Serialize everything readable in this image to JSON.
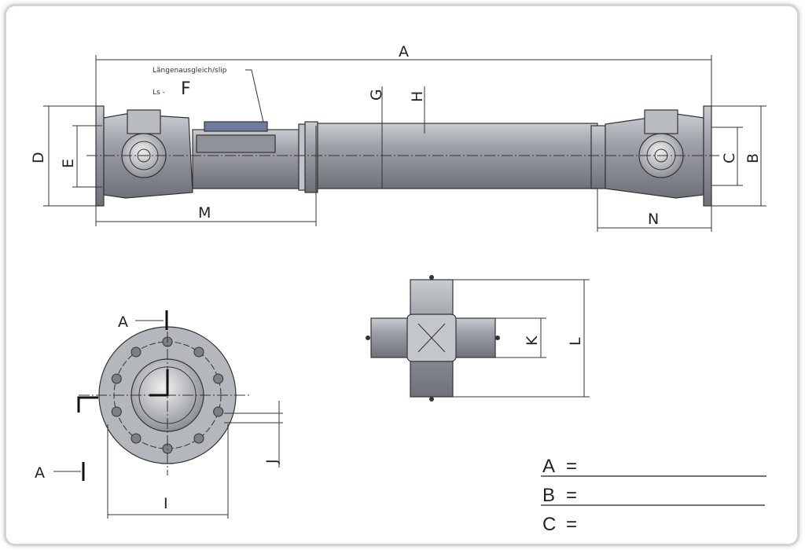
{
  "drawing": {
    "slip_label": "Längenausgleich/slip",
    "ls_label": "Ls -",
    "dimensions": {
      "A": "A",
      "B": "B",
      "C": "C",
      "D": "D",
      "E": "E",
      "F": "F",
      "G": "G",
      "H": "H",
      "I": "I",
      "J": "J",
      "K": "K",
      "L": "L",
      "M": "M",
      "N": "N"
    },
    "section_marks": [
      "A",
      "A"
    ]
  },
  "form": {
    "rows": [
      {
        "label": "A",
        "eq": "=",
        "value": ""
      },
      {
        "label": "B",
        "eq": "=",
        "value": ""
      },
      {
        "label": "C",
        "eq": "=",
        "value": ""
      }
    ]
  },
  "colors": {
    "metal": "#a9adb3",
    "metal_dark": "#7d8187",
    "line": "#333333"
  }
}
